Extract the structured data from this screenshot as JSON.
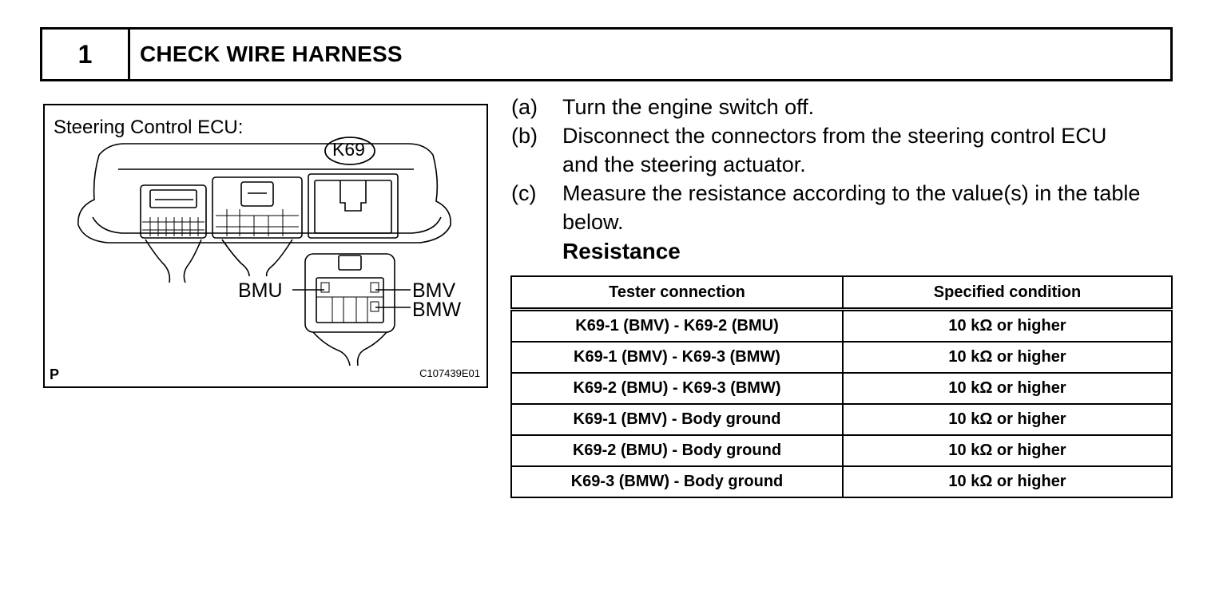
{
  "header": {
    "step_number": "1",
    "title": "CHECK WIRE HARNESS"
  },
  "figure": {
    "title": "Steering Control ECU:",
    "connector_label": "K69",
    "terminal_bmu": "BMU",
    "terminal_bmv": "BMV",
    "terminal_bmw": "BMW",
    "corner_letter": "P",
    "figure_code": "C107439E01"
  },
  "steps": [
    {
      "letter": "(a)",
      "text": "Turn the engine switch off."
    },
    {
      "letter": "(b)",
      "text": "Disconnect the connectors from the steering control ECU and the steering actuator."
    },
    {
      "letter": "(c)",
      "text": "Measure the resistance according to the value(s) in the table below."
    }
  ],
  "spec_label": "Resistance",
  "table": {
    "headers": [
      "Tester connection",
      "Specified condition"
    ],
    "rows": [
      [
        "K69-1 (BMV) - K69-2 (BMU)",
        "10 kΩ or higher"
      ],
      [
        "K69-1 (BMV) - K69-3 (BMW)",
        "10 kΩ or higher"
      ],
      [
        "K69-2 (BMU) - K69-3 (BMW)",
        "10 kΩ or higher"
      ],
      [
        "K69-1 (BMV) - Body ground",
        "10 kΩ or higher"
      ],
      [
        "K69-2 (BMU) - Body ground",
        "10 kΩ or higher"
      ],
      [
        "K69-3 (BMW) - Body ground",
        "10 kΩ or higher"
      ]
    ]
  }
}
